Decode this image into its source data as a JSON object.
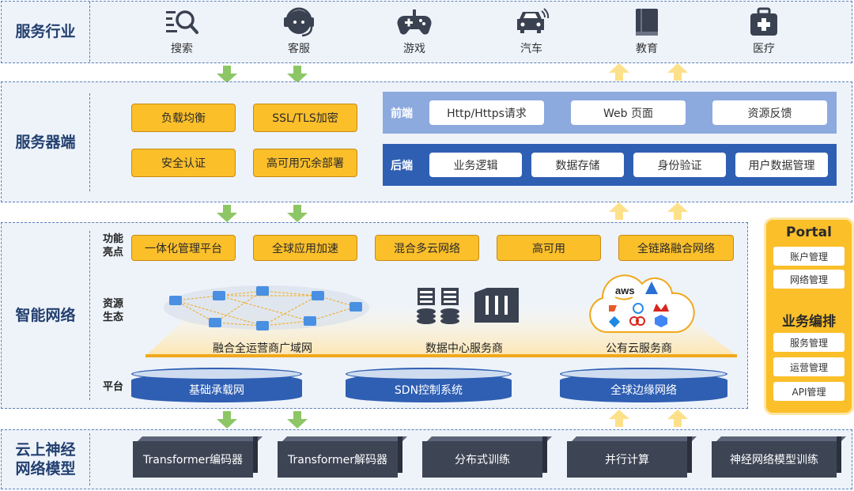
{
  "layers": {
    "service_industry": {
      "title": "服务行业",
      "items": [
        {
          "label": "搜索",
          "icon": "search-list-icon"
        },
        {
          "label": "客服",
          "icon": "headset-icon"
        },
        {
          "label": "游戏",
          "icon": "gamepad-icon"
        },
        {
          "label": "汽车",
          "icon": "car-icon"
        },
        {
          "label": "教育",
          "icon": "book-icon"
        },
        {
          "label": "医疗",
          "icon": "medical-kit-icon"
        }
      ]
    },
    "server": {
      "title": "服务器端",
      "features": [
        "负载均衡",
        "SSL/TLS加密",
        "安全认证",
        "高可用冗余部署"
      ],
      "frontend": {
        "label": "前端",
        "items": [
          "Http/Https请求",
          "Web 页面",
          "资源反馈"
        ]
      },
      "backend": {
        "label": "后端",
        "items": [
          "业务逻辑",
          "数据存储",
          "身份验证",
          "用户数据管理"
        ]
      }
    },
    "network": {
      "title": "智能网络",
      "highlights_label_1": "功能",
      "highlights_label_2": "亮点",
      "highlights": [
        "一体化管理平台",
        "全球应用加速",
        "混合多云网络",
        "高可用",
        "全链路融合网络"
      ],
      "ecosystem_label_1": "资源",
      "ecosystem_label_2": "生态",
      "ecosystem": [
        "融合全运营商广域网",
        "数据中心服务商",
        "公有云服务商"
      ],
      "cloud_logo_text": "aws",
      "platform_label": "平台",
      "platforms": [
        "基础承载网",
        "SDN控制系统",
        "全球边缘网络"
      ]
    },
    "neural": {
      "title_1": "云上神经",
      "title_2": "网络模型",
      "items": [
        "Transformer编码器",
        "Transformer解码器",
        "分布式训练",
        "并行计算",
        "神经网络模型训练"
      ]
    }
  },
  "portal": {
    "title": "Portal",
    "items_1": [
      "账户管理",
      "网络管理"
    ],
    "subtitle": "业务编排",
    "items_2": [
      "服务管理",
      "运营管理",
      "API管理"
    ]
  },
  "colors": {
    "accent_orange": "#fbbf2a",
    "navy": "#2f5fb3",
    "arrow_green": "#8cc665",
    "arrow_yellow": "#fde08a"
  }
}
